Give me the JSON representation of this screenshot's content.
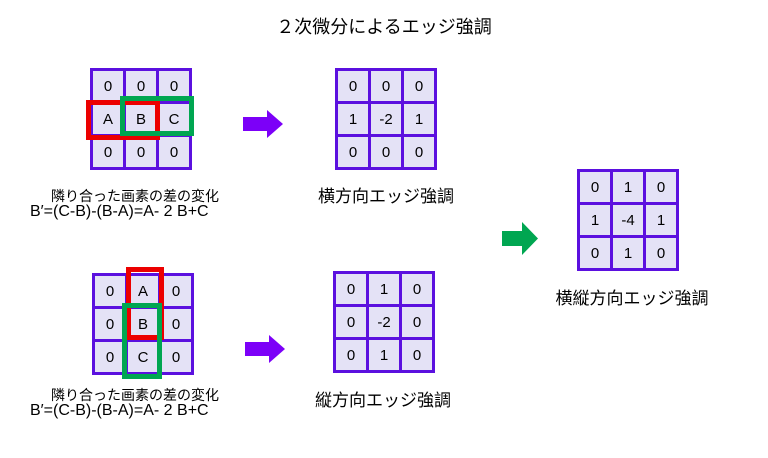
{
  "title": "２次微分によるエッジ強調",
  "colors": {
    "grid_line": "#5B10DF",
    "cell_fill": "#E4E2F6",
    "arrow_purple": "#7C00F8",
    "arrow_green": "#00A651",
    "frame_red": "#EC0000",
    "frame_green": "#00A651"
  },
  "icons": {
    "purple_arrow_top": "arrow-right-icon",
    "purple_arrow_bottom": "arrow-right-icon",
    "green_arrow": "arrow-right-icon"
  },
  "horizontal": {
    "source": {
      "cells": [
        [
          "0",
          "0",
          "0"
        ],
        [
          "A",
          "B",
          "C"
        ],
        [
          "0",
          "0",
          "0"
        ]
      ],
      "caption": "隣り合った画素の差の変化",
      "formula": "B′=(C-B)-(B-A)=A- 2 B+C"
    },
    "kernel": {
      "cells": [
        [
          "0",
          "0",
          "0"
        ],
        [
          "1",
          "-2",
          "1"
        ],
        [
          "0",
          "0",
          "0"
        ]
      ],
      "caption": "横方向エッジ強調"
    }
  },
  "vertical": {
    "source": {
      "cells": [
        [
          "0",
          "A",
          "0"
        ],
        [
          "0",
          "B",
          "0"
        ],
        [
          "0",
          "C",
          "0"
        ]
      ],
      "caption": "隣り合った画素の差の変化",
      "formula": "B′=(C-B)-(B-A)=A- 2 B+C"
    },
    "kernel": {
      "cells": [
        [
          "0",
          "1",
          "0"
        ],
        [
          "0",
          "-2",
          "0"
        ],
        [
          "0",
          "1",
          "0"
        ]
      ],
      "caption": "縦方向エッジ強調"
    }
  },
  "combined": {
    "kernel": {
      "cells": [
        [
          "0",
          "1",
          "0"
        ],
        [
          "1",
          "-4",
          "1"
        ],
        [
          "0",
          "1",
          "0"
        ]
      ],
      "caption": "横縦方向エッジ強調"
    }
  }
}
